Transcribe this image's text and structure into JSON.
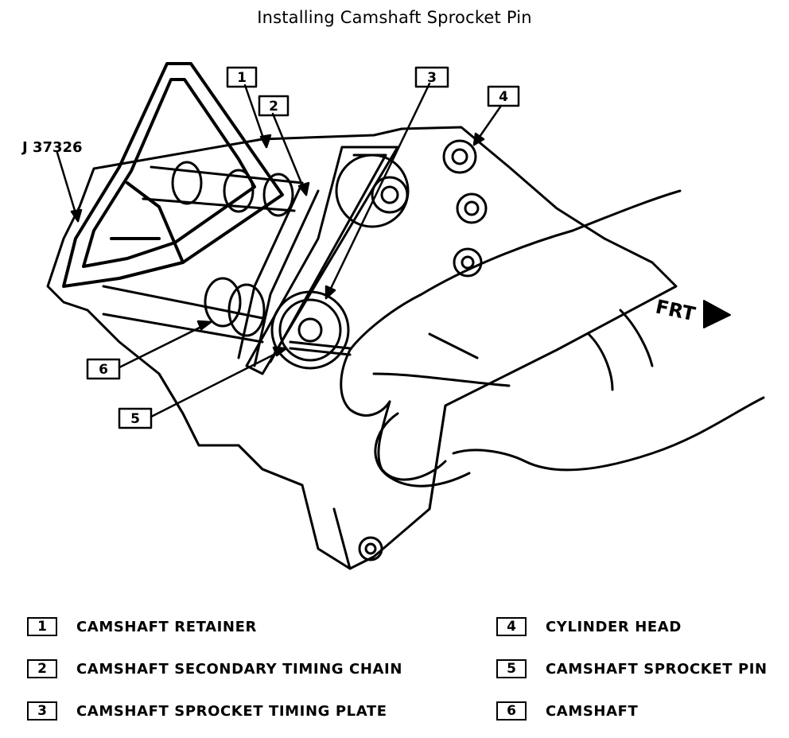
{
  "title": "Installing Camshaft Sprocket Pin",
  "tool_label": "J 37326",
  "front_label": "FRT",
  "callouts": [
    {
      "num": "1"
    },
    {
      "num": "2"
    },
    {
      "num": "3"
    },
    {
      "num": "4"
    },
    {
      "num": "5"
    },
    {
      "num": "6"
    }
  ],
  "legend": [
    {
      "num": "1",
      "text": "CAMSHAFT RETAINER"
    },
    {
      "num": "2",
      "text": "CAMSHAFT SECONDARY TIMING CHAIN"
    },
    {
      "num": "3",
      "text": "CAMSHAFT SPROCKET TIMING PLATE"
    },
    {
      "num": "4",
      "text": "CYLINDER HEAD"
    },
    {
      "num": "5",
      "text": "CAMSHAFT SPROCKET PIN"
    },
    {
      "num": "6",
      "text": "CAMSHAFT"
    }
  ]
}
